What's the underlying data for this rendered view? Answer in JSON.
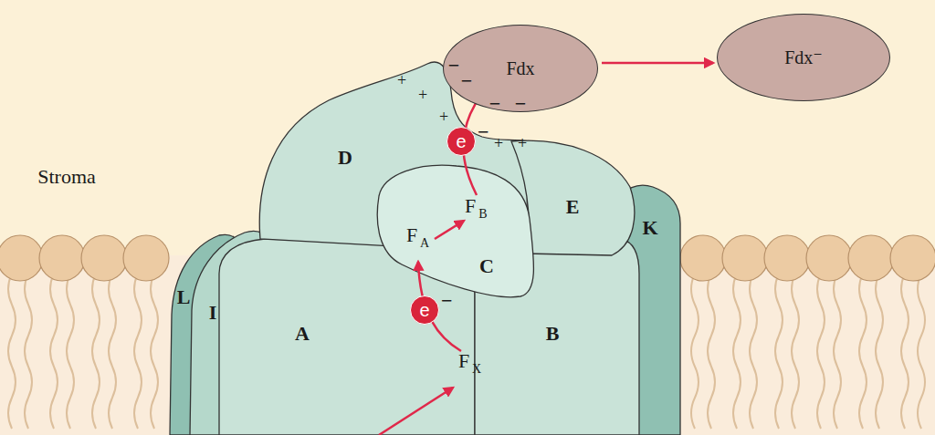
{
  "diagram": {
    "nodes": [
      {
        "text": [
          "Fdx"
        ]
      },
      {
        "text": [
          "Fdx⁻"
        ]
      },
      {
        "text": [
          "D"
        ]
      },
      {
        "text": [
          "e",
          "−"
        ]
      },
      {
        "text": [
          "E"
        ]
      },
      {
        "text": [
          "C"
        ]
      },
      {
        "text": [
          "K"
        ]
      },
      {
        "text": [
          "L"
        ]
      },
      {
        "text": [
          "I"
        ]
      },
      {
        "text": [
          "A"
        ]
      },
      {
        "text": [
          "e",
          "−"
        ]
      },
      {
        "text": [
          "B"
        ]
      }
    ],
    "edges": [
      {
        "from": 0,
        "to": 1,
        "arrow": "to"
      }
    ],
    "labels": [
      "Stroma",
      "+",
      "+",
      "+",
      "+",
      "+",
      "−",
      "−",
      "−",
      "−",
      "F",
      "A",
      "F",
      "B",
      "F",
      "X"
    ]
  }
}
